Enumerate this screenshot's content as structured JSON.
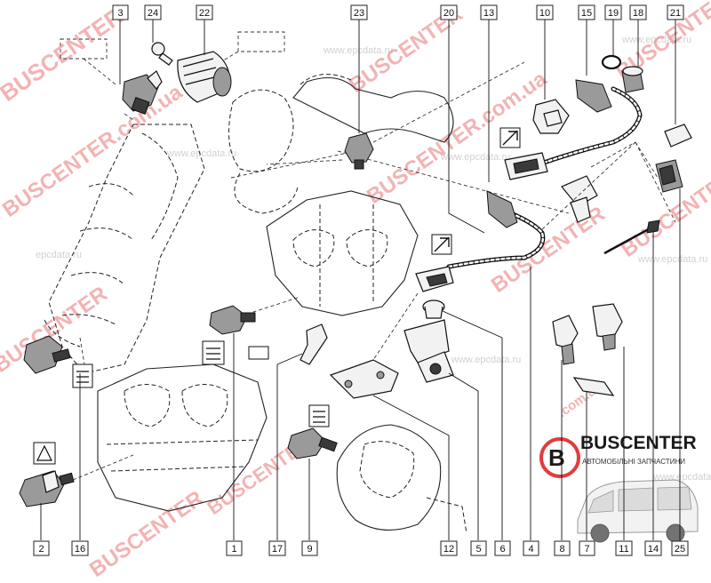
{
  "diagram": {
    "callouts": [
      {
        "id": "c3",
        "label": "3"
      },
      {
        "id": "c24",
        "label": "24"
      },
      {
        "id": "c22",
        "label": "22"
      },
      {
        "id": "c23",
        "label": "23"
      },
      {
        "id": "c20",
        "label": "20"
      },
      {
        "id": "c13",
        "label": "13"
      },
      {
        "id": "c10",
        "label": "10"
      },
      {
        "id": "c15",
        "label": "15"
      },
      {
        "id": "c19",
        "label": "19"
      },
      {
        "id": "c18",
        "label": "18"
      },
      {
        "id": "c21",
        "label": "21"
      },
      {
        "id": "c2",
        "label": "2"
      },
      {
        "id": "c16",
        "label": "16"
      },
      {
        "id": "c1",
        "label": "1"
      },
      {
        "id": "c17",
        "label": "17"
      },
      {
        "id": "c9",
        "label": "9"
      },
      {
        "id": "c12",
        "label": "12"
      },
      {
        "id": "c5",
        "label": "5"
      },
      {
        "id": "c6",
        "label": "6"
      },
      {
        "id": "c4",
        "label": "4"
      },
      {
        "id": "c8",
        "label": "8"
      },
      {
        "id": "c7",
        "label": "7"
      },
      {
        "id": "c11",
        "label": "11"
      },
      {
        "id": "c14",
        "label": "14"
      },
      {
        "id": "c25",
        "label": "25"
      }
    ]
  },
  "watermarks": {
    "brand": "BUSCENTER",
    "brand_domain": "BUSCENTER.com.ua",
    "domain_short": ".com.ua",
    "epc": "www.epcdata.ru",
    "epc_short": "epcdata.ru"
  },
  "logo": {
    "name": "BUSCENTER",
    "subtitle": "АВТОМОБІЛЬНІ ЗАПЧАСТИНИ"
  },
  "colors": {
    "watermark_red": "#e23b3b",
    "line": "#111111",
    "logo_ring": "#e23b3b"
  }
}
